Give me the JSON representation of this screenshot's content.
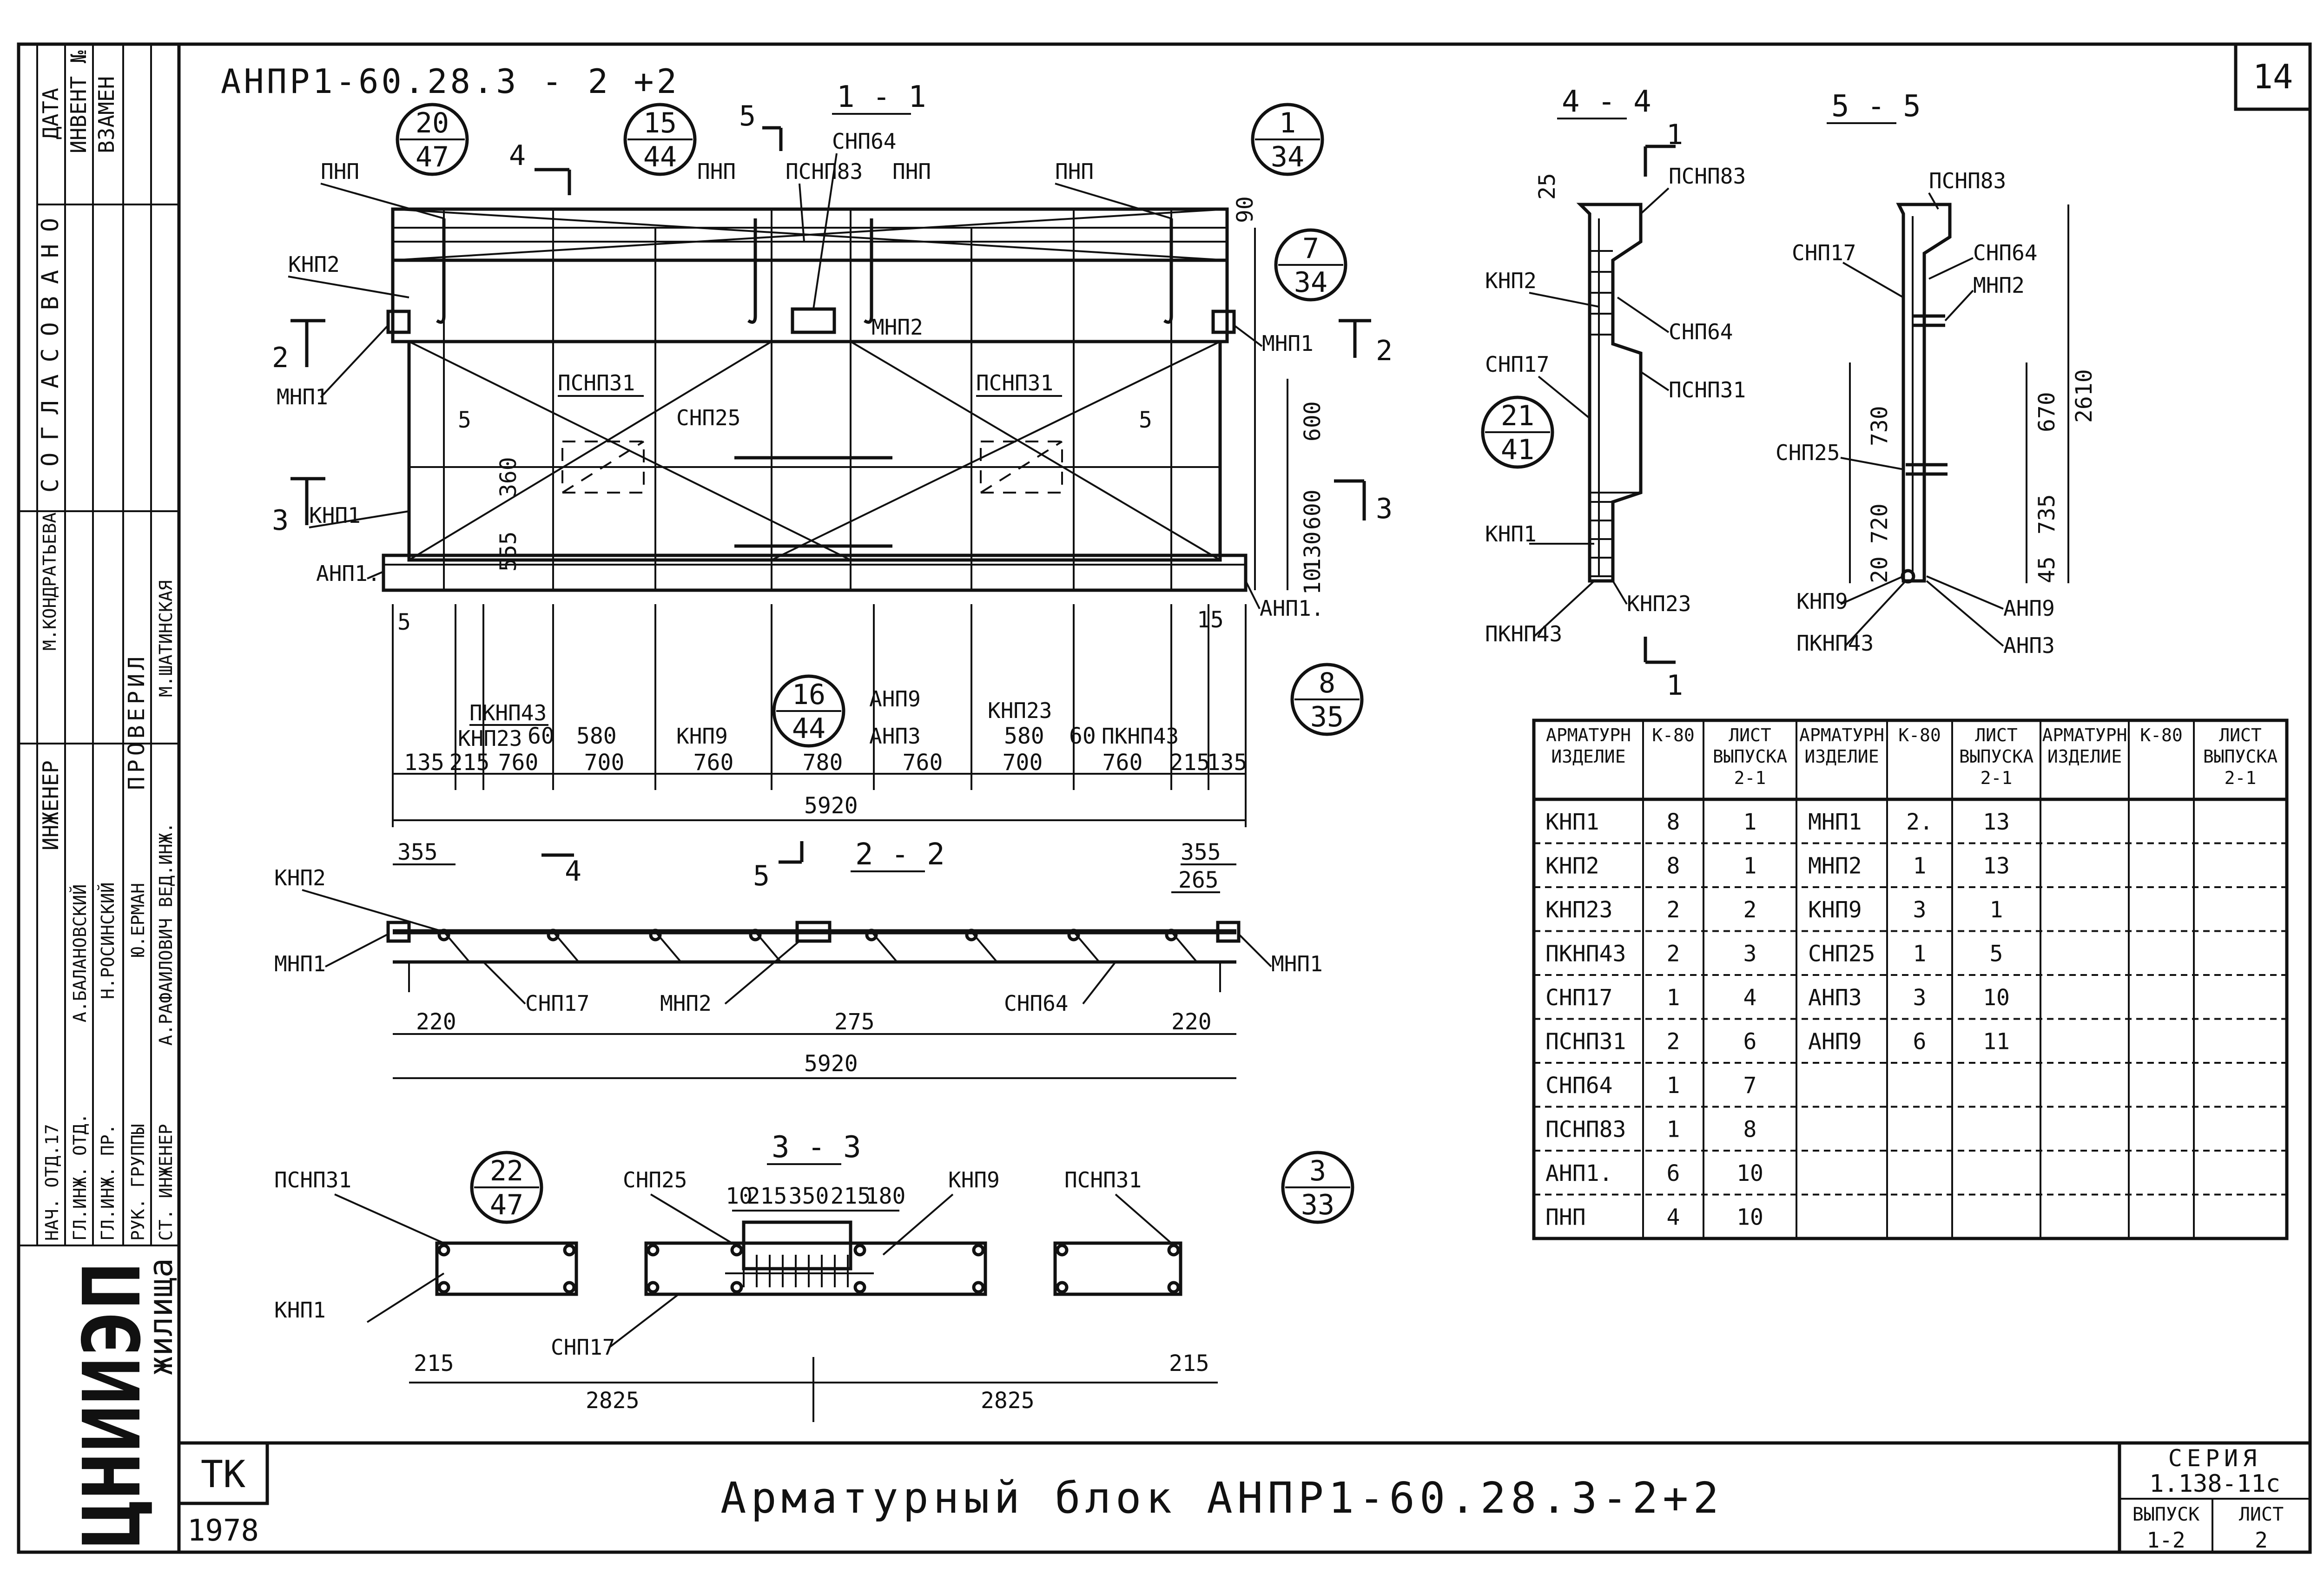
{
  "sheet": {
    "number": "14",
    "drawing_code": "АНПР1-60.28.3 - 2 +2",
    "bottom_title": "Арматурный блок  АНПР1-60.28.3-2+2",
    "series_label": "СЕРИЯ",
    "series_value": "1.138-11с",
    "issue_label": "ВЫПУСК",
    "issue_value": "1-2",
    "list_label": "ЛИСТ",
    "list_value": "2",
    "tk": "ТК",
    "year": "1978",
    "org_logo": "ЦНИИЭП",
    "org_word": "жилища"
  },
  "left_strip": {
    "dates": [
      "ДАТА",
      "ИНВЕНТ №",
      "ВЗАМЕН"
    ],
    "agreed": "СОГЛАСОВАНО",
    "engineer": "ИНЖЕНЕР",
    "checked": "ПРОВЕРИЛ",
    "kondrateva": "М.КОНДРАТЬЕВА",
    "shatinskaya": "М.ШАТИНСКАЯ",
    "roles": [
      "НАЧ. ОТД.17",
      "ГЛ.ИНЖ. ОТД.",
      "ГЛ.ИНЖ. ПР.",
      "РУК. ГРУППЫ",
      "СТ. ИНЖЕНЕР"
    ],
    "names": [
      "А.БАЛАНОВСКИЙ",
      "Н.РОСИНСКИЙ",
      "Ю.ЕРМАН",
      "А.РАФАИЛОВИЧ ВЕД.ИНЖ."
    ]
  },
  "section_labels": {
    "s11": "1 - 1",
    "s22": "2 - 2",
    "s33": "3 - 3",
    "s44": "4 - 4",
    "s55": "5 - 5"
  },
  "callouts": [
    {
      "top": "20",
      "bottom": "47"
    },
    {
      "top": "15",
      "bottom": "44"
    },
    {
      "top": "1",
      "bottom": "34"
    },
    {
      "top": "7",
      "bottom": "34"
    },
    {
      "top": "16",
      "bottom": "44"
    },
    {
      "top": "8",
      "bottom": "35"
    },
    {
      "top": "21",
      "bottom": "41"
    },
    {
      "top": "22",
      "bottom": "47"
    },
    {
      "top": "3",
      "bottom": "33"
    }
  ],
  "labels_main": {
    "pnp": "ПНП",
    "psnp83": "ПСНП83",
    "snp64": "СНП64",
    "knp2": "КНП2",
    "mnp1": "МНП1",
    "mnp2": "МНП2",
    "psnp31": "ПСНП31",
    "snp25": "СНП25",
    "knp1": "КНП1",
    "anp1": "АНП1.",
    "pknp43": "ПКНП43",
    "knp23": "КНП23",
    "knp9": "КНП9",
    "anp9": "АНП9",
    "anp3": "АНП3",
    "snp17": "СНП17",
    "pknp43b": "ПКНП43"
  },
  "dims_main": {
    "d90": "90",
    "d600a": "600",
    "d600b": "600",
    "d130": "130",
    "d10": "10",
    "d360": "360",
    "d555": "555",
    "d5": "5",
    "d15": "15",
    "d60a": "60",
    "d60b": "60",
    "d580a": "580",
    "d580b": "580",
    "chain": [
      "135",
      "215",
      "760",
      "700",
      "760",
      "780",
      "760",
      "700",
      "760",
      "215",
      "135"
    ],
    "total": "5920"
  },
  "dims_22": {
    "d355a": "355",
    "d355b": "355",
    "d265": "265",
    "d220a": "220",
    "d275": "275",
    "d220b": "220",
    "total": "5920"
  },
  "dims_33": {
    "top": [
      "10",
      "215",
      "350",
      "215",
      "180"
    ],
    "d215a": "215",
    "d215b": "215",
    "half_a": "2825",
    "half_b": "2825"
  },
  "dims_44": {
    "d25": "25"
  },
  "dims_55": {
    "d2610": "2610",
    "d730": "730",
    "d670": "670",
    "d720": "720",
    "d735": "735",
    "d20": "20",
    "d45": "45"
  },
  "section_marks": {
    "one": "1",
    "two": "2",
    "three": "3",
    "four": "4",
    "five": "5"
  },
  "table": {
    "headers": [
      "АРМАТУРН ИЗДЕЛИЕ",
      "К-80",
      "ЛИСТ ВЫПУСКА 2-1",
      "АРМАТУРН ИЗДЕЛИЕ",
      "К-80",
      "ЛИСТ ВЫПУСКА 2-1",
      "АРМАТУРН ИЗДЕЛИЕ",
      "К-80",
      "ЛИСТ ВЫПУСКА 2-1"
    ],
    "col1": [
      [
        "КНП1",
        "8",
        "1"
      ],
      [
        "КНП2",
        "8",
        "1"
      ],
      [
        "КНП23",
        "2",
        "2"
      ],
      [
        "ПКНП43",
        "2",
        "3"
      ],
      [
        "СНП17",
        "1",
        "4"
      ],
      [
        "ПСНП31",
        "2",
        "6"
      ],
      [
        "СНП64",
        "1",
        "7"
      ],
      [
        "ПСНП83",
        "1",
        "8"
      ],
      [
        "АНП1.",
        "6",
        "10"
      ],
      [
        "ПНП",
        "4",
        "10"
      ]
    ],
    "col2": [
      [
        "МНП1",
        "2.",
        "13"
      ],
      [
        "МНП2",
        "1",
        "13"
      ],
      [
        "КНП9",
        "3",
        "1"
      ],
      [
        "СНП25",
        "1",
        "5"
      ],
      [
        "АНП3",
        "3",
        "10"
      ],
      [
        "АНП9",
        "6",
        "11"
      ]
    ]
  }
}
